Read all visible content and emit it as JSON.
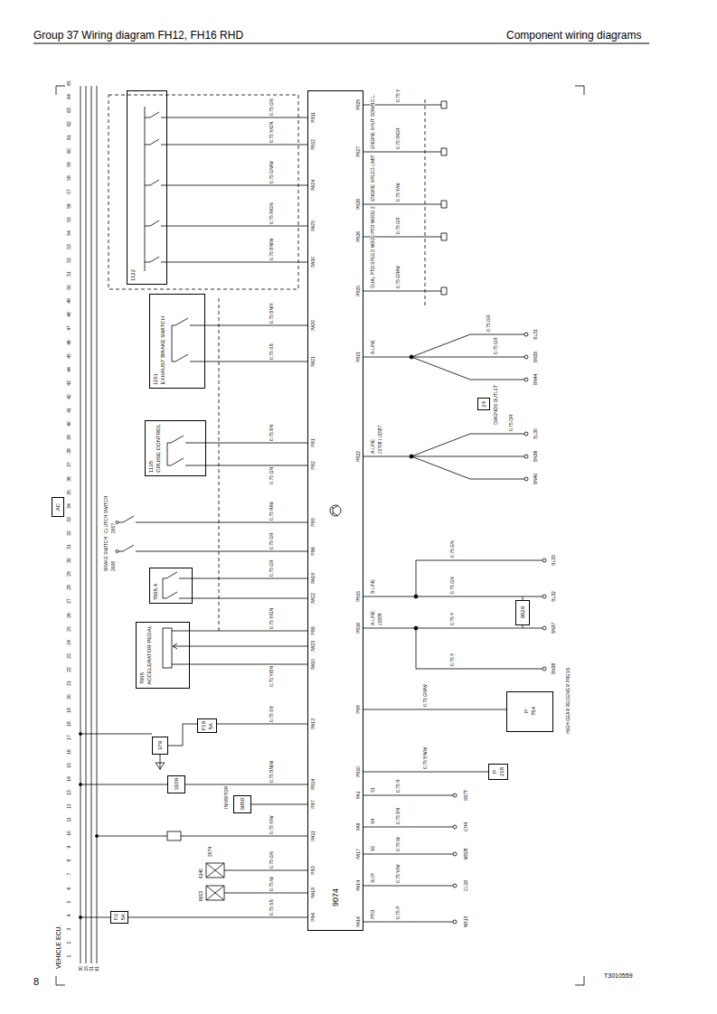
{
  "diagram": {
    "title": "Group 37 Wiring diagram FH12, FH16 RHD",
    "nodes": [
      {
        "text": [
          "9074"
        ]
      },
      {
        "text": [
          "7065",
          "ACCELERATOR PEDAL"
        ]
      },
      {
        "text": [
          "7065.4"
        ]
      },
      {
        "text": [
          "1135",
          "CRUISE CONTROL"
        ]
      },
      {
        "text": [
          "1151",
          "EXHAUST BRAKE SWITCH"
        ]
      },
      {
        "text": [
          "1122"
        ]
      },
      {
        "text": [
          "9029"
        ]
      },
      {
        "text": [
          "P",
          "754"
        ]
      },
      {
        "text": [
          "P",
          "218"
        ]
      },
      {
        "text": [
          "F19",
          "5A"
        ]
      },
      {
        "text": [
          "F2",
          "5A"
        ]
      },
      {
        "text": [
          "379"
        ]
      },
      {
        "text": [
          "3109"
        ]
      },
      {
        "text": [
          "6050"
        ]
      },
      {
        "text": [
          "24"
        ]
      },
      {
        "text": [
          "AC"
        ]
      }
    ],
    "edges": [
      {
        "from": 5,
        "to": 0,
        "arrow": "none"
      },
      {
        "from": 4,
        "to": 0,
        "arrow": "none"
      },
      {
        "from": 3,
        "to": 0,
        "arrow": "none"
      },
      {
        "from": 2,
        "to": 0,
        "arrow": "none"
      },
      {
        "from": 1,
        "to": 0,
        "arrow": "none"
      },
      {
        "from": 9,
        "to": 0,
        "arrow": "none"
      },
      {
        "from": 0,
        "to": 7,
        "arrow": "none"
      },
      {
        "from": 0,
        "to": 8,
        "arrow": "none"
      },
      {
        "from": 13,
        "to": 0,
        "arrow": "none"
      },
      {
        "from": 11,
        "to": 9,
        "arrow": "none"
      },
      {
        "from": 10,
        "to": 0,
        "arrow": "none"
      },
      {
        "from": 12,
        "to": 0,
        "arrow": "none"
      }
    ],
    "labels": [
      "1",
      "2",
      "3",
      "4",
      "5",
      "6",
      "7",
      "8",
      "9",
      "10",
      "11",
      "12",
      "13",
      "14",
      "15",
      "16",
      "17",
      "18",
      "19",
      "20",
      "21",
      "22",
      "23",
      "24",
      "25",
      "26",
      "27",
      "28",
      "29",
      "30",
      "31",
      "32",
      "33",
      "34",
      "35",
      "36",
      "37",
      "38",
      "39",
      "40",
      "41",
      "42",
      "43",
      "44",
      "45",
      "46",
      "47",
      "48",
      "49",
      "50",
      "51",
      "52",
      "53",
      "54",
      "55",
      "56",
      "57",
      "58",
      "59",
      "60",
      "61",
      "62",
      "63",
      "64",
      "65",
      "Component wiring diagrams",
      "8",
      "T3010559",
      "VEHICLE ECU.",
      "30",
      "15",
      "31",
      "61",
      "CLUTCH SWITCH",
      "2007",
      "BRAKE SWITCH",
      "2008",
      "2074",
      "6140",
      "6003",
      "INHIBITOR",
      "HIGH GEAR RECEIVER PRESS.",
      "DIAGNOS OUTLET",
      "A-LINE",
      "J1708 / J1587",
      "B-LINE",
      "B-LINE",
      "A-LINE",
      "J1939",
      "PTO",
      "SLIP",
      "V2",
      "S4",
      "31",
      "DUAL PTO SPEED MODE",
      "PTO MODE 2",
      "ENGINE SPEED LIMIT",
      "ENGINE SHUT DOWN",
      "C.L.",
      "PB11",
      "PB12",
      "PA24",
      "PA25",
      "PA30",
      "PA20",
      "PA21",
      "PB1",
      "PB2",
      "PB5",
      "PB6",
      "PA19",
      "PA22",
      "PB8",
      "PA23",
      "PA10",
      "PA13",
      "PB14",
      "PB7",
      "PA11",
      "PB3",
      "PA18",
      "PB4",
      "PB29",
      "PB27",
      "PB28",
      "PB26",
      "PB25",
      "PB21",
      "PB22",
      "PB15",
      "PB16",
      "PB9",
      "PB10",
      "PA1",
      "PA9",
      "PA17",
      "PA14",
      "PA16",
      "0.75 GN",
      "0.75 Y/GN",
      "0.75 GN/W",
      "0.75 R/GN",
      "0.75 BN/W",
      "0.75 BN/Y",
      "0.75 SB",
      "0.75 BN",
      "0.75 GN",
      "0.75 R/W",
      "0.75 GR",
      "0.75 GR",
      "0.75 Y/GN",
      "0.75 Y/BN",
      "0.75 SB",
      "0.75 BN/W",
      "0.75 Y/W",
      "0.75 GN",
      "0.75 W",
      "0.75 SB",
      "0.75 Y",
      "0.75 R/GR",
      "0.75 Y/W",
      "0.75 GR",
      "0.75 GR/W",
      "0.75 GR",
      "0.75 GR",
      "0.75 OR",
      "0.75 GN",
      "0.75 Y",
      "0.75 GN",
      "0.75 Y",
      "0.75 GN/W",
      "0.75 BN/W",
      "0.75 R",
      "0.75 BN",
      "0.75 W",
      "0.75 Y/W",
      "0.75 P",
      "BL31",
      "BN35",
      "BN44",
      "BL30",
      "BN36",
      "BN40",
      "BL32",
      "BN37",
      "BL33",
      "BN38",
      "SB7T",
      "CH4",
      "MB28",
      "CL18",
      "NB13"
    ]
  }
}
